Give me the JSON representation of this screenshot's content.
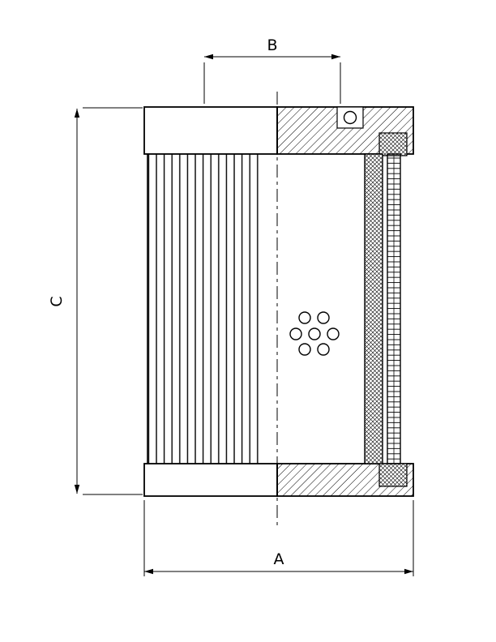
{
  "labels": {
    "dim_a": "A",
    "dim_b": "B",
    "dim_c": "C"
  },
  "colors": {
    "line": "#000000",
    "background": "#ffffff"
  }
}
